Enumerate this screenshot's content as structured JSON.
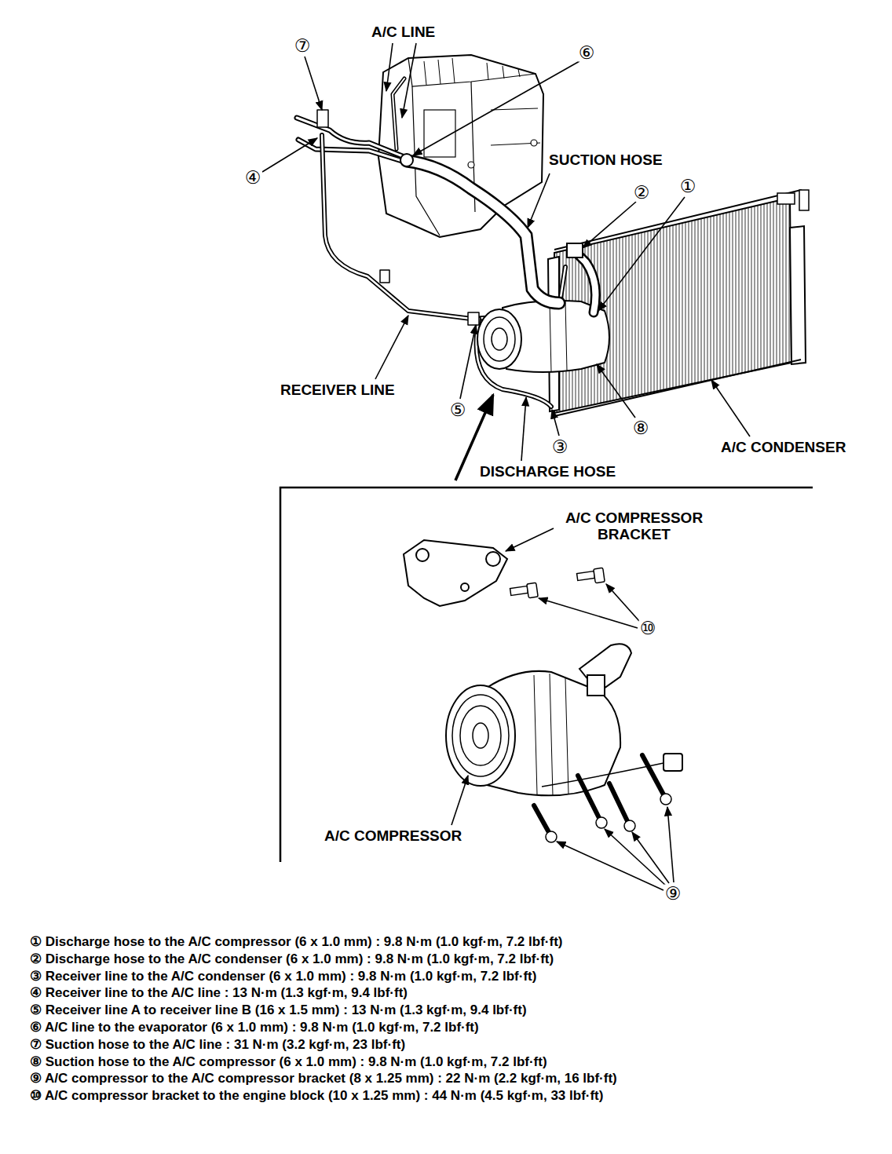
{
  "diagram": {
    "labels": [
      "A/C LINE",
      "⑦",
      "⑥",
      "SUCTION HOSE",
      "②",
      "①",
      "④",
      "RECEIVER LINE",
      "⑤",
      "③",
      "⑧",
      "DISCHARGE HOSE",
      "A/C CONDENSER",
      "A/C COMPRESSOR BRACKET",
      "⑩",
      "A/C COMPRESSOR",
      "⑨",
      "① Discharge hose to the A/C compressor (6 x 1.0 mm) : 9.8 N·m (1.0 kgf·m, 7.2 lbf·ft)",
      "② Discharge hose to the A/C condenser (6 x 1.0 mm) : 9.8 N·m (1.0 kgf·m, 7.2 lbf·ft)",
      "③ Receiver line to the A/C condenser (6 x 1.0 mm) : 9.8 N·m (1.0 kgf·m, 7.2 lbf·ft)",
      "④ Receiver line to the A/C line : 13 N·m (1.3 kgf·m, 9.4 lbf·ft)",
      "⑤ Receiver line A to receiver line B (16 x 1.5 mm) : 13 N·m (1.3 kgf·m, 9.4 lbf·ft)",
      "⑥ A/C line to the evaporator (6 x 1.0 mm) : 9.8 N·m (1.0 kgf·m, 7.2 lbf·ft)",
      "⑦ Suction hose to the A/C line : 31 N·m (3.2 kgf·m, 23 lbf·ft)",
      "⑧ Suction hose to the A/C compressor (6 x 1.0 mm) : 9.8 N·m (1.0 kgf·m, 7.2 lbf·ft)",
      "⑨ A/C compressor to the A/C compressor bracket (8 x 1.25 mm) : 22 N·m (2.2 kgf·m, 16 lbf·ft)",
      "⑩ A/C compressor bracket to the engine block (10 x 1.25 mm) : 44 N·m (4.5 kgf·m, 33 lbf·ft)"
    ]
  }
}
